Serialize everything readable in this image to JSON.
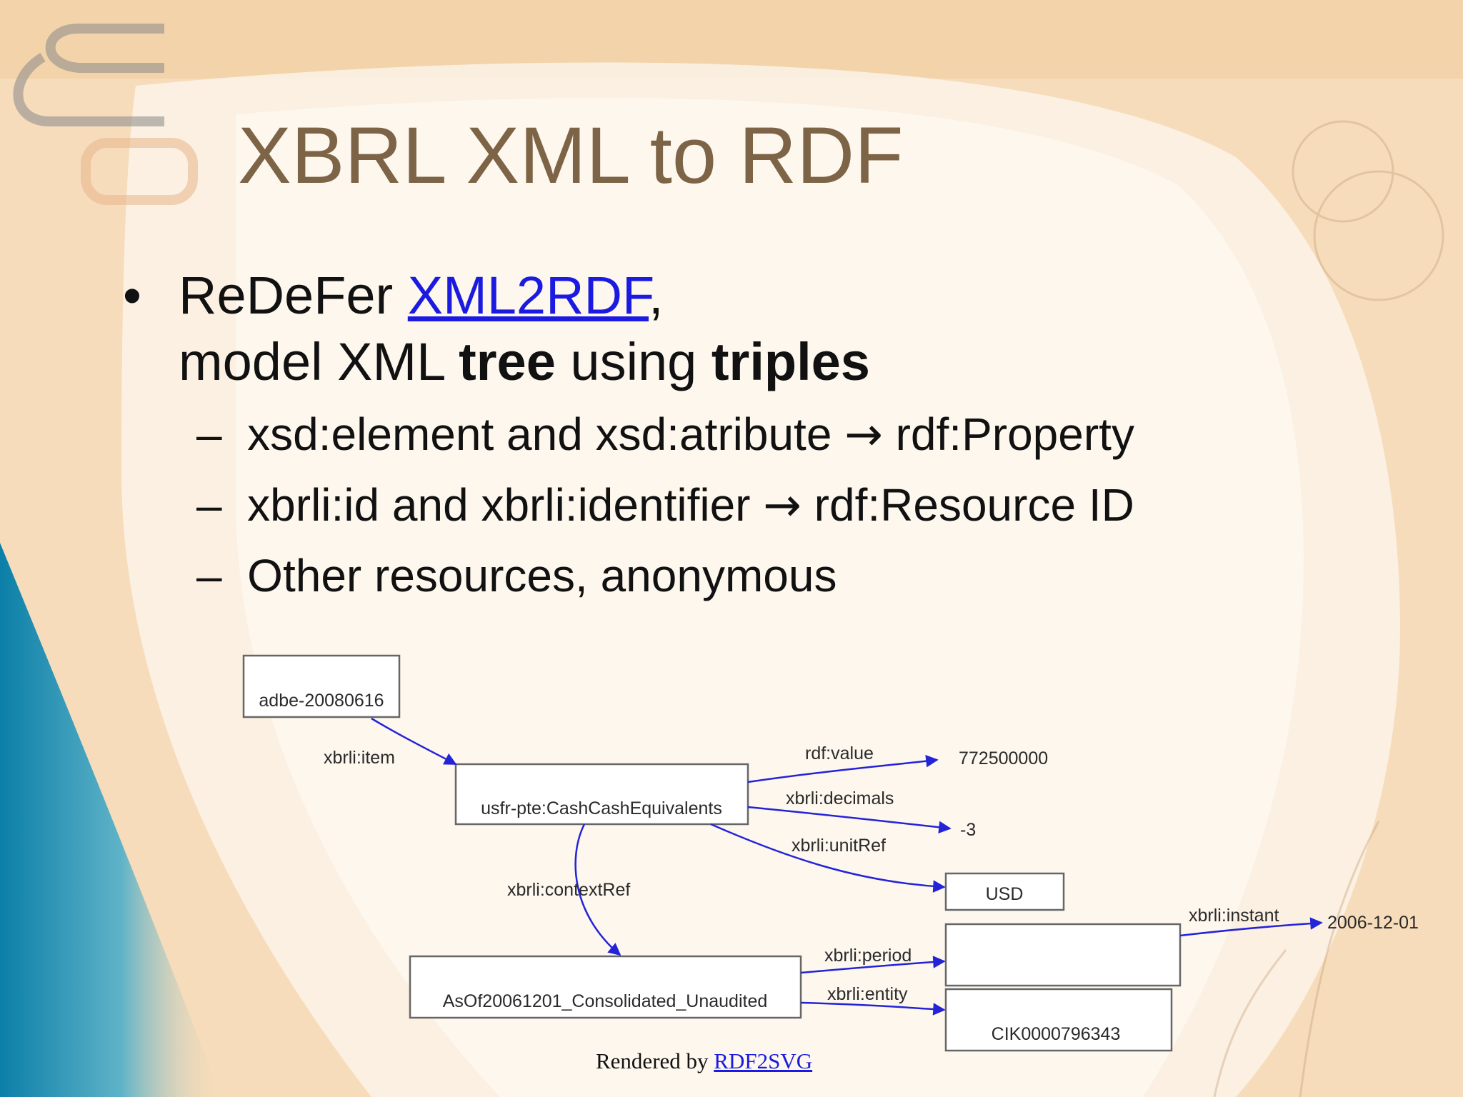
{
  "slide": {
    "title": "XBRL XML to RDF",
    "bullet": {
      "symbol": "•",
      "prefix": "ReDeFer",
      "link": "XML2RDF",
      "comma": ",",
      "line2": {
        "text1": "model XML",
        "bold1": "tree",
        "text2": "using",
        "bold2": "triples"
      }
    },
    "subbullets": [
      {
        "dash": "–",
        "left": "xsd:element and xsd:atribute",
        "arrow": "→",
        "right": "rdf:Property"
      },
      {
        "dash": "–",
        "left": "xbrli:id and xbrli:identifier",
        "arrow": "→",
        "right": "rdf:Resource ID"
      },
      {
        "dash": "–",
        "text": "Other resources, anonymous"
      }
    ]
  },
  "diagram": {
    "nodes": {
      "adbe": "adbe-20080616",
      "cash": "usfr-pte:CashCashEquivalents",
      "value": "772500000",
      "decimals": "-3",
      "usd": "USD",
      "context": "AsOf20061201_Consolidated_Unaudited",
      "period": "",
      "date": "2006-12-01",
      "cik": "CIK0000796343"
    },
    "edges": {
      "item": "xbrli:item",
      "value": "rdf:value",
      "decimals": "xbrli:decimals",
      "unitRef": "xbrli:unitRef",
      "contextRef": "xbrli:contextRef",
      "period": "xbrli:period",
      "entity": "xbrli:entity",
      "instant": "xbrli:instant"
    }
  },
  "footer": {
    "prefix": "Rendered by",
    "link": "RDF2SVG"
  },
  "colors": {
    "title": "#7d6446",
    "link": "#1a1ae0",
    "edge": "#2323d8",
    "background": "#f6dfc2"
  }
}
